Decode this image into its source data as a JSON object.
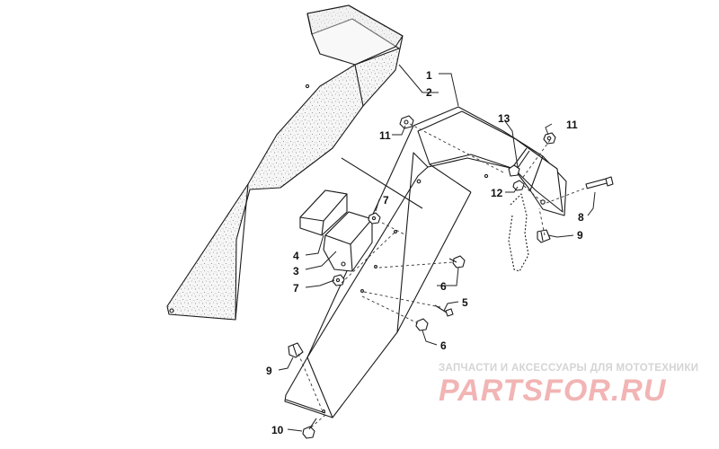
{
  "callouts": [
    {
      "id": "1",
      "label": "1"
    },
    {
      "id": "2",
      "label": "2"
    },
    {
      "id": "3",
      "label": "3"
    },
    {
      "id": "4",
      "label": "4"
    },
    {
      "id": "5",
      "label": "5"
    },
    {
      "id": "6a",
      "label": "6"
    },
    {
      "id": "6b",
      "label": "6"
    },
    {
      "id": "7a",
      "label": "7"
    },
    {
      "id": "7b",
      "label": "7"
    },
    {
      "id": "8",
      "label": "8"
    },
    {
      "id": "9a",
      "label": "9"
    },
    {
      "id": "9b",
      "label": "9"
    },
    {
      "id": "10",
      "label": "10"
    },
    {
      "id": "11a",
      "label": "11"
    },
    {
      "id": "11b",
      "label": "11"
    },
    {
      "id": "12",
      "label": "12"
    },
    {
      "id": "13",
      "label": "13"
    }
  ],
  "watermark": {
    "tagline": "ЗАПЧАСТИ И АКСЕССУАРЫ ДЛЯ МОТОТЕХНИКИ",
    "logo": "PARTSFOR.RU"
  },
  "colors": {
    "line": "#1a1a1a",
    "foam": "#f4f4f4",
    "panel": "#ffffff",
    "watermark_logo": "#f2b4b4",
    "watermark_text": "#d4d4d4"
  }
}
